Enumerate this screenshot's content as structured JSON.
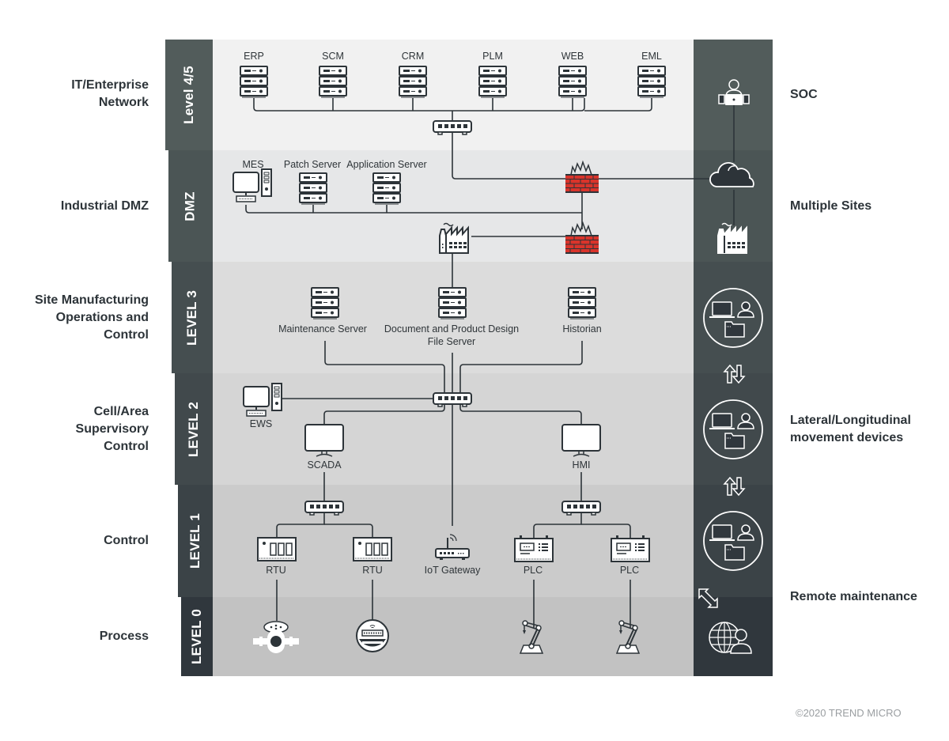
{
  "title": "Purdue model industrial network architecture",
  "colors": {
    "line": "#2d3439",
    "firewall": "#d9342b",
    "band_fills": [
      "#f1f1f1",
      "#e6e7e8",
      "#dcdcdc",
      "#d5d5d5",
      "#cbcbcb",
      "#c2c2c2"
    ],
    "tab_fills": [
      "#525c5b",
      "#4b5555",
      "#454e50",
      "#41494c",
      "#3b4347",
      "#30373d"
    ]
  },
  "levels": [
    {
      "tab": "Level 4/5",
      "label_lines": [
        "IT/Enterprise",
        "Network"
      ]
    },
    {
      "tab": "DMZ",
      "label_lines": [
        "Industrial DMZ"
      ]
    },
    {
      "tab": "LEVEL 3",
      "label_lines": [
        "Site Manufacturing",
        "Operations and",
        "Control"
      ]
    },
    {
      "tab": "LEVEL 2",
      "label_lines": [
        "Cell/Area",
        "Supervisory",
        "Control"
      ]
    },
    {
      "tab": "LEVEL 1",
      "label_lines": [
        "Control"
      ]
    },
    {
      "tab": "LEVEL 0",
      "label_lines": [
        "Process"
      ]
    }
  ],
  "nodes": {
    "enterprise": [
      "ERP",
      "SCM",
      "CRM",
      "PLM",
      "WEB",
      "EML"
    ],
    "dmz": [
      "MES",
      "Patch Server",
      "Application Server"
    ],
    "level3": [
      "Maintenance Server",
      "Document and Product Design",
      "File Server",
      "Historian"
    ],
    "level2": [
      "EWS",
      "SCADA",
      "HMI"
    ],
    "level1": [
      "RTU",
      "RTU",
      "IoT Gateway",
      "PLC",
      "PLC"
    ]
  },
  "right_labels": {
    "soc": "SOC",
    "multiple_sites": "Multiple Sites",
    "lateral_line1": "Lateral/Longitudinal",
    "lateral_line2": "movement devices",
    "remote": "Remote maintenance"
  },
  "copyright": "©2020 TREND MICRO"
}
